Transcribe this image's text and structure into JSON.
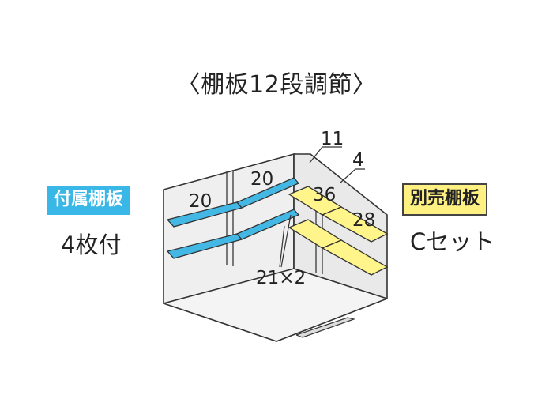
{
  "title": "〈棚板12段調節〉",
  "left": {
    "badge": "付属棚板",
    "note": "4枚付",
    "badge_color": "#39b7e6"
  },
  "right": {
    "badge": "別売棚板",
    "note": "Cセット",
    "badge_color": "#fff082"
  },
  "shelf_color_included": "#44b8e4",
  "shelf_color_optional": "#fff58a",
  "dimensions": {
    "d20_left": "20",
    "d20_back": "20",
    "d11": "11",
    "d4": "4",
    "d36": "36",
    "d28": "28",
    "d21x2": "21×2"
  }
}
